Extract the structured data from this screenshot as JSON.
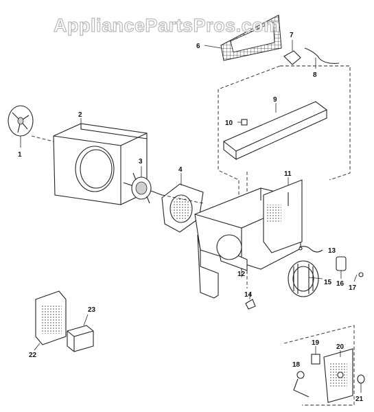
{
  "watermark": "AppliancePartsPros.com",
  "callouts": [
    {
      "id": "1",
      "label": "1"
    },
    {
      "id": "2",
      "label": "2"
    },
    {
      "id": "3",
      "label": "3"
    },
    {
      "id": "4",
      "label": "4"
    },
    {
      "id": "6",
      "label": "6"
    },
    {
      "id": "7",
      "label": "7"
    },
    {
      "id": "8",
      "label": "8"
    },
    {
      "id": "9",
      "label": "9"
    },
    {
      "id": "10",
      "label": "10"
    },
    {
      "id": "11",
      "label": "11"
    },
    {
      "id": "12",
      "label": "12"
    },
    {
      "id": "13",
      "label": "13"
    },
    {
      "id": "14",
      "label": "14"
    },
    {
      "id": "15",
      "label": "15"
    },
    {
      "id": "16",
      "label": "16"
    },
    {
      "id": "17",
      "label": "17"
    },
    {
      "id": "18",
      "label": "18"
    },
    {
      "id": "19",
      "label": "19"
    },
    {
      "id": "20",
      "label": "20"
    },
    {
      "id": "21",
      "label": "21"
    },
    {
      "id": "22",
      "label": "22"
    },
    {
      "id": "23",
      "label": "23"
    }
  ]
}
